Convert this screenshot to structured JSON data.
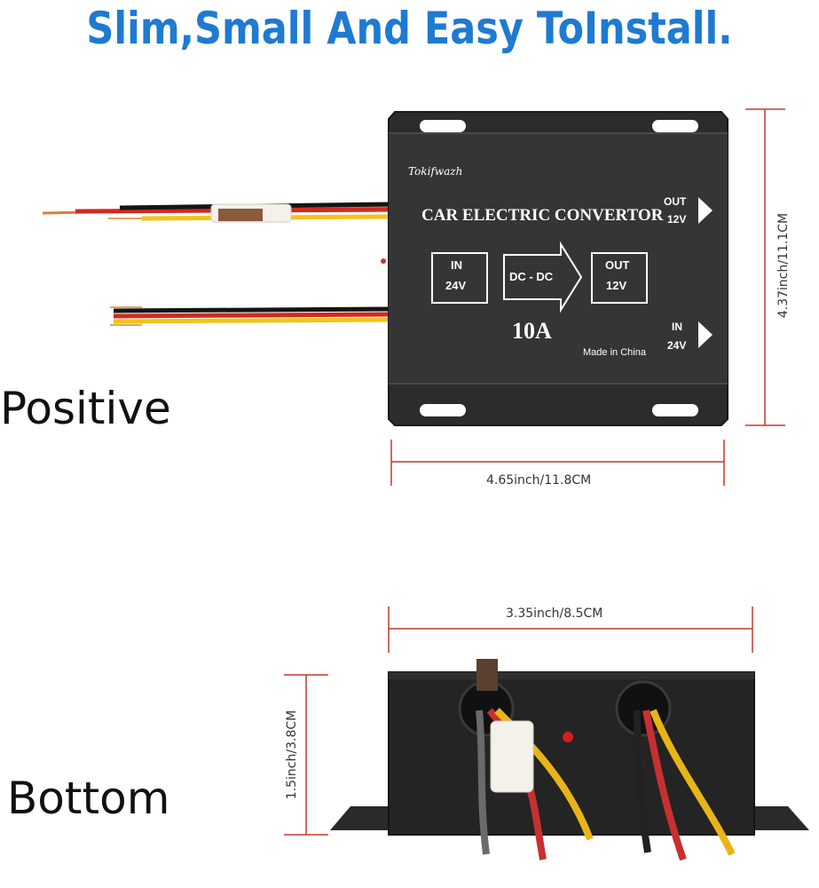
{
  "headline": "Slim,Small And Easy ToInstall.",
  "views": {
    "positive": "Positive",
    "bottom": "Bottom"
  },
  "dimensions": {
    "height_top": "4.37inch/11.1CM",
    "width_top": "4.65inch/11.8CM",
    "width_bottom": "3.35inch/8.5CM",
    "height_bottom": "1.5inch/3.8CM"
  },
  "device": {
    "brand": "Tokifwazh",
    "title": "CAR ELECTRIC CONVERTOR",
    "out_label": "OUT",
    "out_voltage": "12V",
    "in_label": "IN",
    "in_voltage": "24V",
    "box_in_label": "IN",
    "box_in_voltage": "24V",
    "box_mid": "DC - DC",
    "box_out_label": "OUT",
    "box_out_voltage": "12V",
    "current": "10A",
    "origin": "Made in China"
  },
  "colors": {
    "headline": "#1f7ad1",
    "dimension_line": "#c0392b",
    "housing": "#2b2b2b"
  }
}
